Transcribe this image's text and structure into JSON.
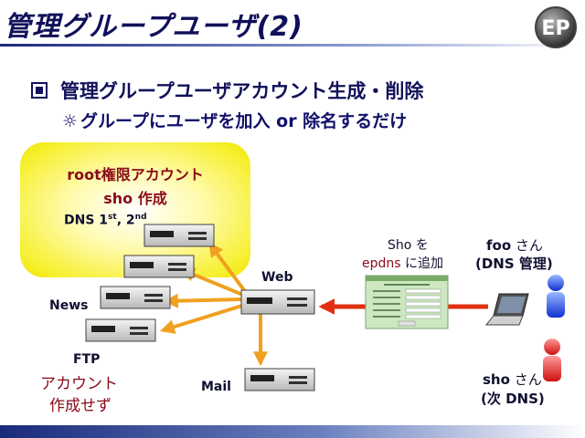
{
  "title": "管理グループユーザ(2)",
  "bullet_main": "管理グループユーザアカウント生成・削除",
  "bullet_sub_marker": "☼",
  "bullet_sub": "グループにユーザを加入 or 除名するだけ",
  "cloud": {
    "line1": "root権限アカウント",
    "line2": "sho 作成"
  },
  "labels": {
    "dns_prefix": "DNS 1",
    "dns_sup1": "st",
    "dns_mid": ", 2",
    "dns_sup2": "nd",
    "news": "News",
    "web": "Web",
    "ftp": "FTP",
    "ftp_note1": "アカウント",
    "ftp_note2": "作成せず",
    "mail": "Mail",
    "sho_wo": "Sho を",
    "epdns": "epdns",
    "ni_tsuika": " に追加",
    "foo_name": "foo",
    "foo_san": " さん",
    "foo_role": "(DNS 管理)",
    "sho_name": "sho",
    "sho_san": " さん",
    "sho_role": "(次 DNS)"
  },
  "logo_text": "EP",
  "colors": {
    "title": "#10105a",
    "accent_red": "#8a0a18",
    "arrow_orange": "#f0a020",
    "arrow_red": "#e03010"
  }
}
